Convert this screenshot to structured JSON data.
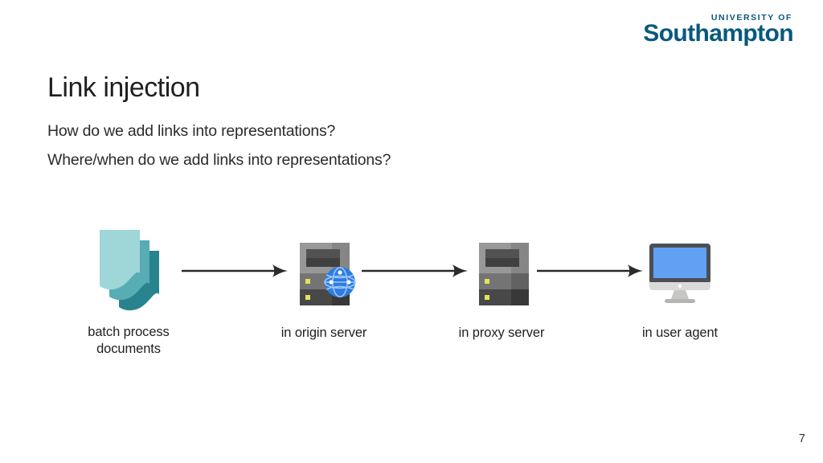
{
  "slide": {
    "logo": {
      "line1": "UNIVERSITY OF",
      "line2": "Southampton",
      "color": "#07587e"
    },
    "title": "Link injection",
    "body_lines": [
      "How do we add links into representations?",
      "Where/when do we add links into representations?"
    ],
    "page_number": "7"
  },
  "diagram": {
    "type": "flow",
    "steps": [
      {
        "icon": "batch-documents-icon",
        "label": "batch process documents"
      },
      {
        "icon": "origin-server-icon",
        "label": "in origin server"
      },
      {
        "icon": "proxy-server-icon",
        "label": "in proxy server"
      },
      {
        "icon": "user-agent-icon",
        "label": "in user agent"
      }
    ],
    "arrow_color": "#2b2b2b",
    "icon_colors": {
      "document_front": "#9fd6d8",
      "document_middle": "#58acb4",
      "document_back": "#28838f",
      "server_body": "#989898",
      "server_body_shade": "#868686",
      "server_panel_top": "#525252",
      "server_panel_bottom": "#404040",
      "server_mid_band": "#747474",
      "server_bottom_band": "#484848",
      "server_led": "#e4e356",
      "globe_blue": "#2e7ce2",
      "globe_grid": "#9cc6f7",
      "monitor_bezel": "#4a4f54",
      "monitor_screen": "#62a0f4",
      "monitor_chin": "#dadad8",
      "monitor_stand": "#c6c6c4"
    }
  }
}
